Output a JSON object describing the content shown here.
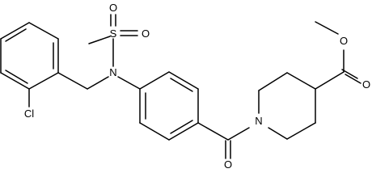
{
  "diagram": {
    "type": "chemical-structure",
    "atom_labels": {
      "o_top": "O",
      "s": "S",
      "o_right": "O",
      "n_sulfonamide": "N",
      "cl": "Cl",
      "n_piperidine": "N",
      "o_amide": "O",
      "o_ester_carbonyl": "O",
      "o_ester": "O"
    },
    "colors": {
      "bond": "#000000",
      "atom_text": "#000000",
      "background": "#ffffff"
    }
  }
}
